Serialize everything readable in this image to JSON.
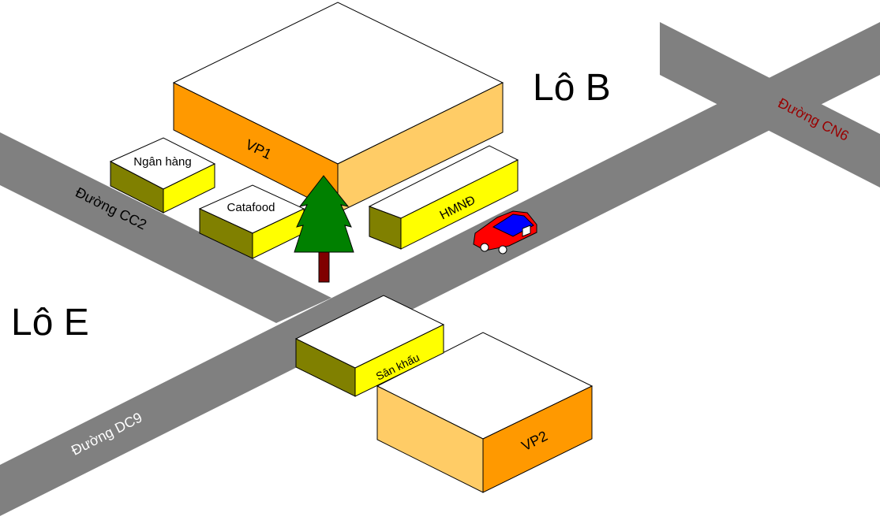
{
  "lots": {
    "lot_b": "Lô B",
    "lot_e": "Lô E"
  },
  "buildings": {
    "vp1": "VP1",
    "vp2": "VP2",
    "bank": "Ngân hàng",
    "catafood": "Catafood",
    "hmnd": "HMNĐ",
    "stage": "Sân khấu"
  },
  "roads": {
    "cc2": "Đường CC2",
    "cn6": "Đường CN6",
    "dc9": "Đường DC9"
  },
  "colors": {
    "road": "#808080",
    "road_label_light": "#ffffff",
    "road_label_dark": "#990000",
    "orange_dark": "#ff9900",
    "orange_light": "#ffcc66",
    "yellow": "#ffff00",
    "olive": "#808000",
    "roof": "#ffffff",
    "tree_green": "#008000",
    "tree_trunk": "#800000",
    "car_red": "#ff0000",
    "car_blue": "#0000ff"
  },
  "icons": {
    "tree": "pine-tree-icon",
    "car": "car-icon"
  }
}
